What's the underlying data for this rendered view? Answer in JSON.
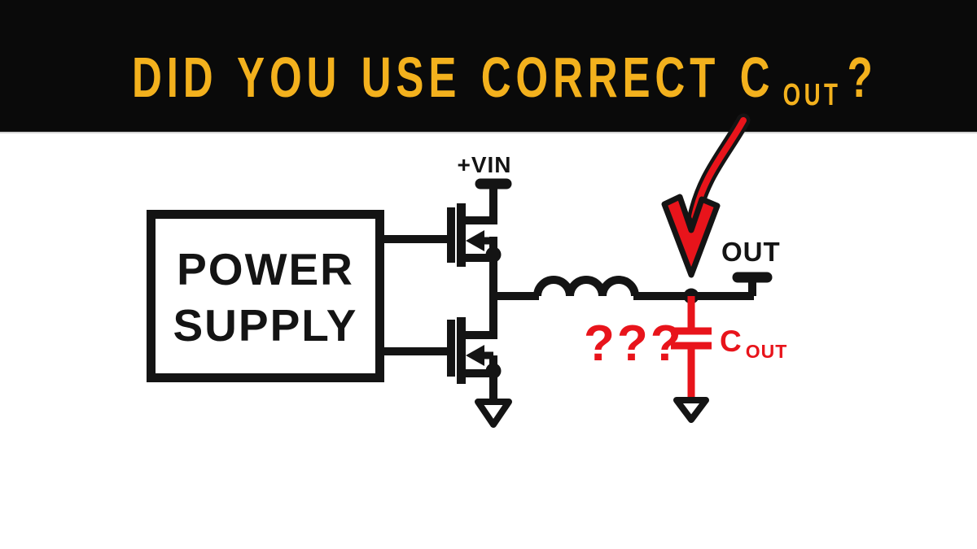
{
  "banner": {
    "title_main": "DID YOU USE CORRECT C",
    "title_subscript": "OUT",
    "title_suffix": "?",
    "background_color": "#0a0a0a",
    "text_color": "#f3b11d"
  },
  "diagram": {
    "power_supply": {
      "line1": "POWER",
      "line2": "SUPPLY"
    },
    "labels": {
      "vin": "+VIN",
      "out": "OUT",
      "question_marks": "???",
      "cap_name": "C",
      "cap_subscript": "OUT"
    },
    "symbols": {
      "high_side_transistor": "nmos-mosfet",
      "low_side_transistor": "nmos-mosfet",
      "inductor": "inductor-coil",
      "output_capacitor": "capacitor",
      "ground_nodes": "ground-triangle",
      "annotation": "curved-red-arrow"
    },
    "colors": {
      "ink": "#141414",
      "highlight_red": "#e8141b",
      "background": "#ffffff"
    }
  }
}
